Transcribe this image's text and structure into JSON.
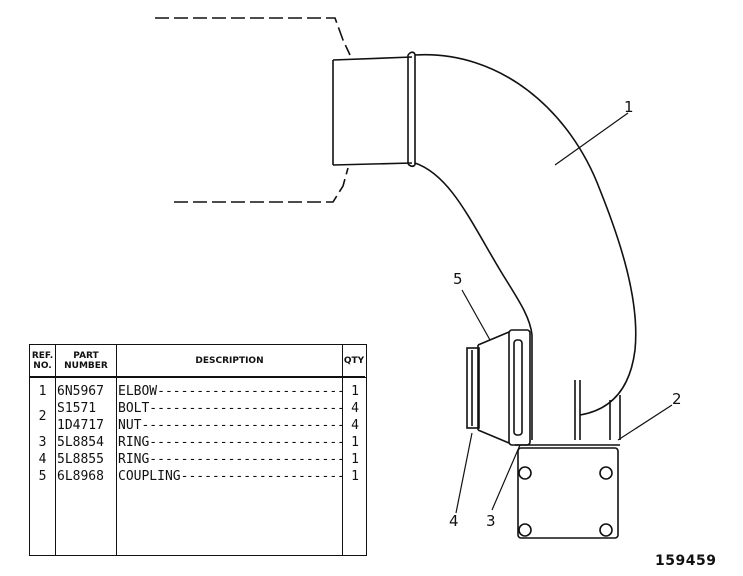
{
  "callouts": [
    "1",
    "2",
    "3",
    "4",
    "5"
  ],
  "figure_number": "159459",
  "table": {
    "headers": {
      "ref": "REF. NO.",
      "part": "PART NUMBER",
      "description": "DESCRIPTION",
      "qty": "QTY"
    },
    "rows": [
      {
        "ref": "1",
        "part": "6N5967",
        "description": "ELBOW-------------------------",
        "qty": "1"
      },
      {
        "ref": "2",
        "part": "S1571",
        "description": "BOLT--------------------------",
        "qty": "4"
      },
      {
        "ref": "",
        "part": "1D4717",
        "description": "NUT---------------------------",
        "qty": "4"
      },
      {
        "ref": "3",
        "part": "5L8854",
        "description": "RING--------------------------",
        "qty": "1"
      },
      {
        "ref": "4",
        "part": "5L8855",
        "description": "RING--------------------------",
        "qty": "1"
      },
      {
        "ref": "5",
        "part": "6L8968",
        "description": "COUPLING----------------------",
        "qty": "1"
      }
    ]
  }
}
